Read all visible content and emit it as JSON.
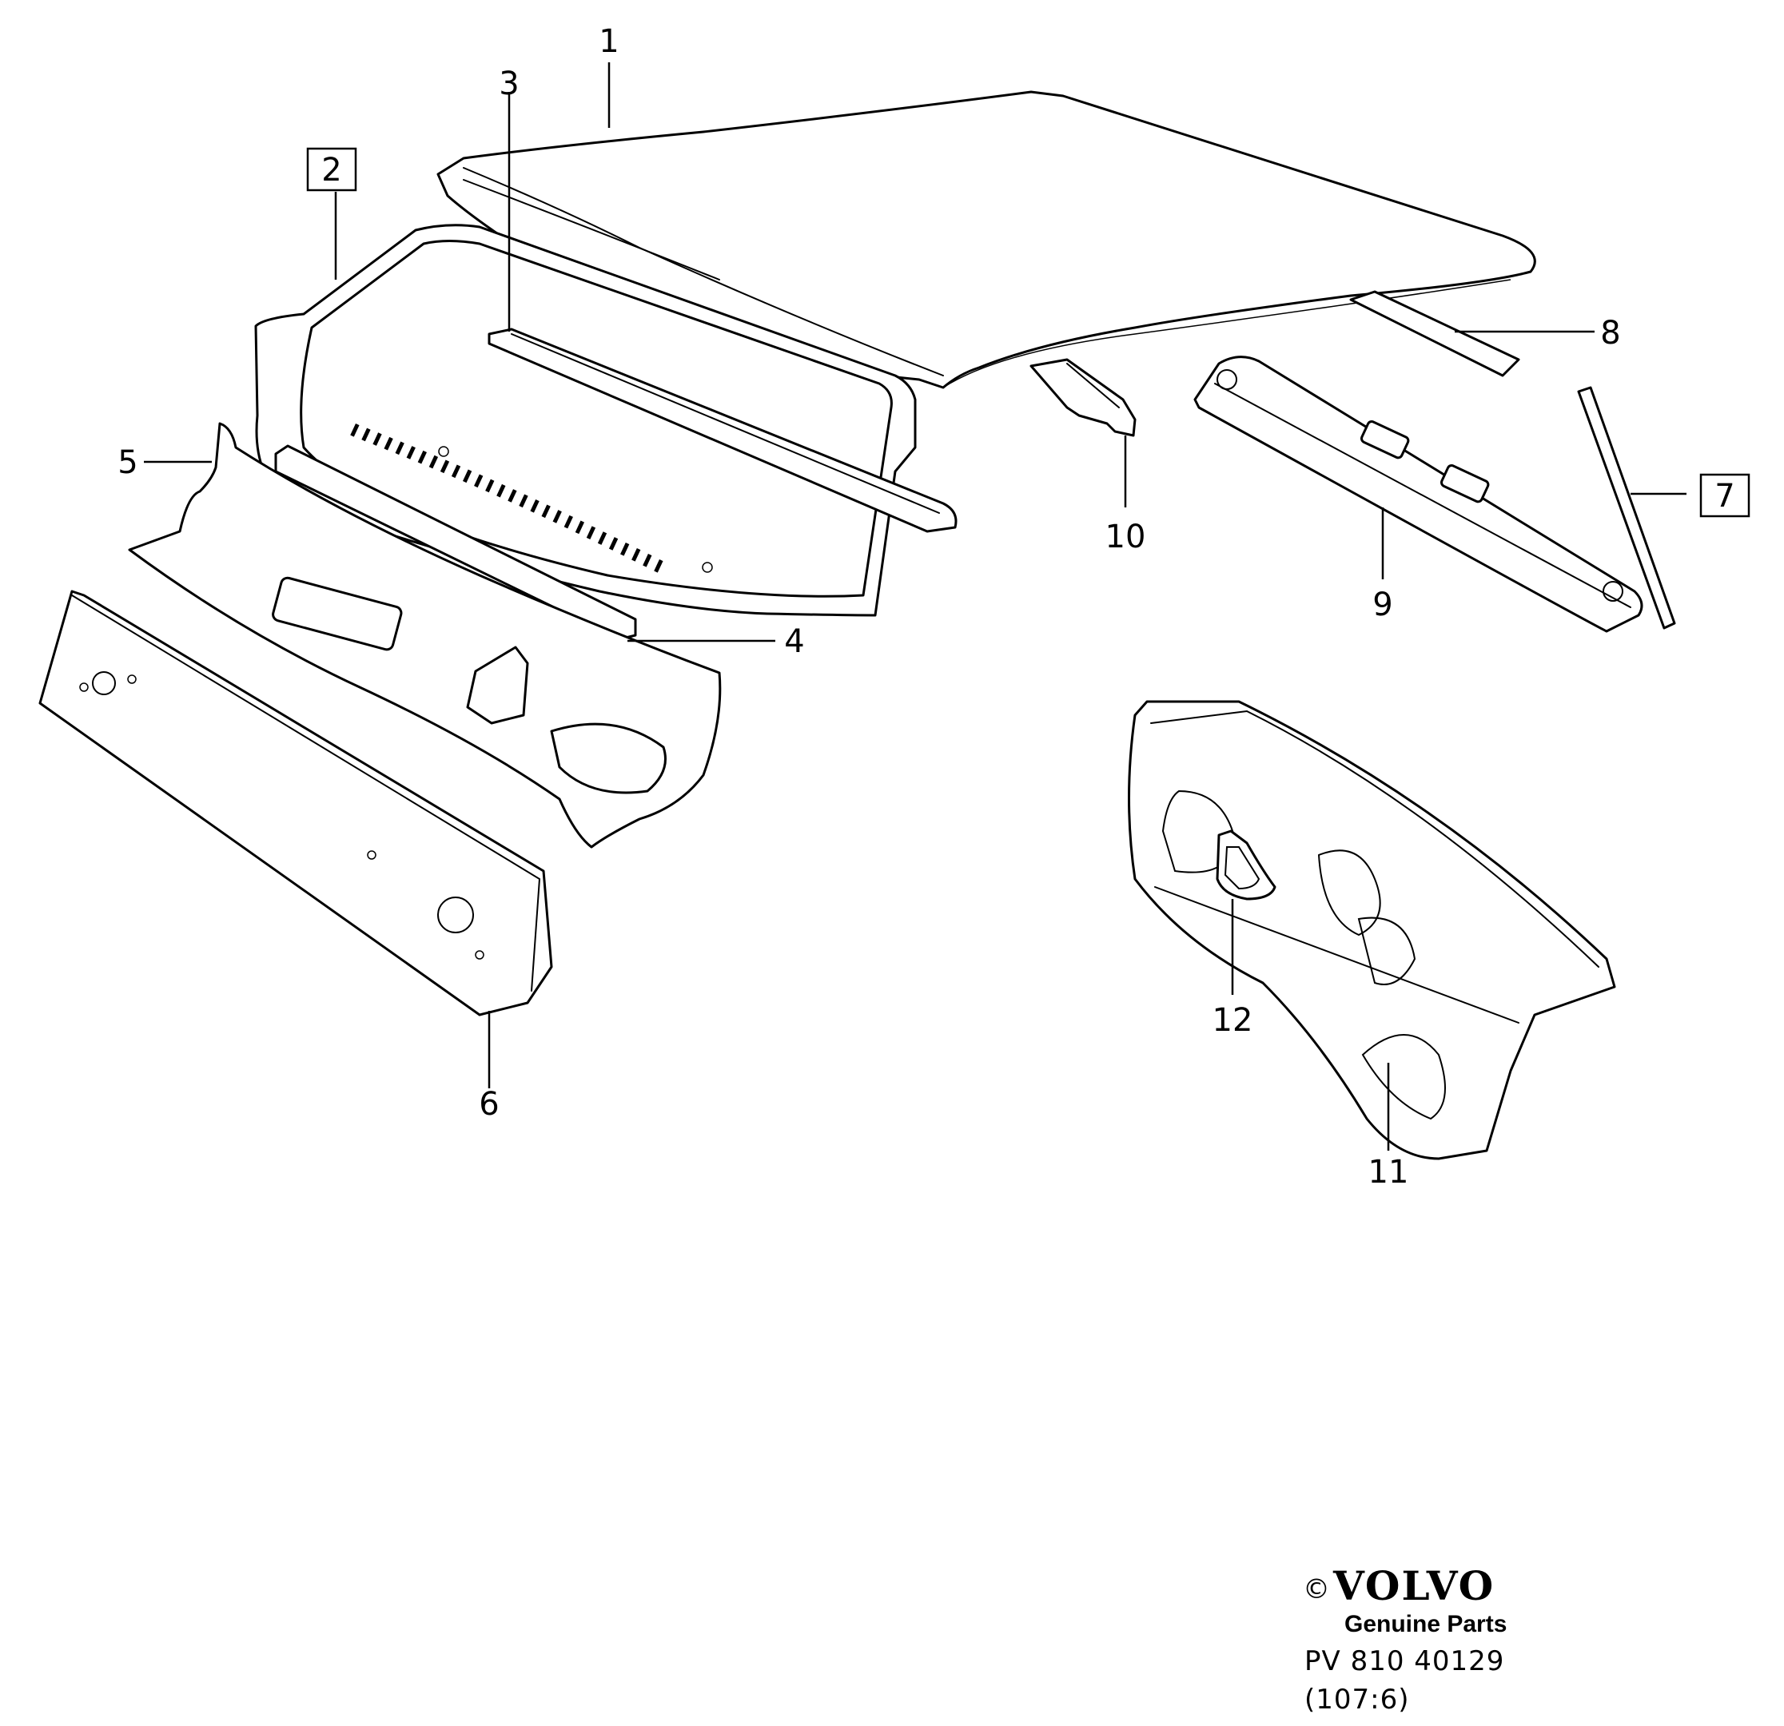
{
  "callouts": [
    {
      "id": "1",
      "boxed": false
    },
    {
      "id": "2",
      "boxed": true
    },
    {
      "id": "3",
      "boxed": false
    },
    {
      "id": "4",
      "boxed": false
    },
    {
      "id": "5",
      "boxed": false
    },
    {
      "id": "6",
      "boxed": false
    },
    {
      "id": "7",
      "boxed": true
    },
    {
      "id": "8",
      "boxed": false
    },
    {
      "id": "9",
      "boxed": false
    },
    {
      "id": "10",
      "boxed": false
    },
    {
      "id": "11",
      "boxed": false
    },
    {
      "id": "12",
      "boxed": false
    }
  ],
  "footer": {
    "copyright": "©",
    "brand": "VOLVO",
    "subtitle": "Genuine Parts",
    "code": "PV 810  40129",
    "ref": "(107:6)"
  }
}
